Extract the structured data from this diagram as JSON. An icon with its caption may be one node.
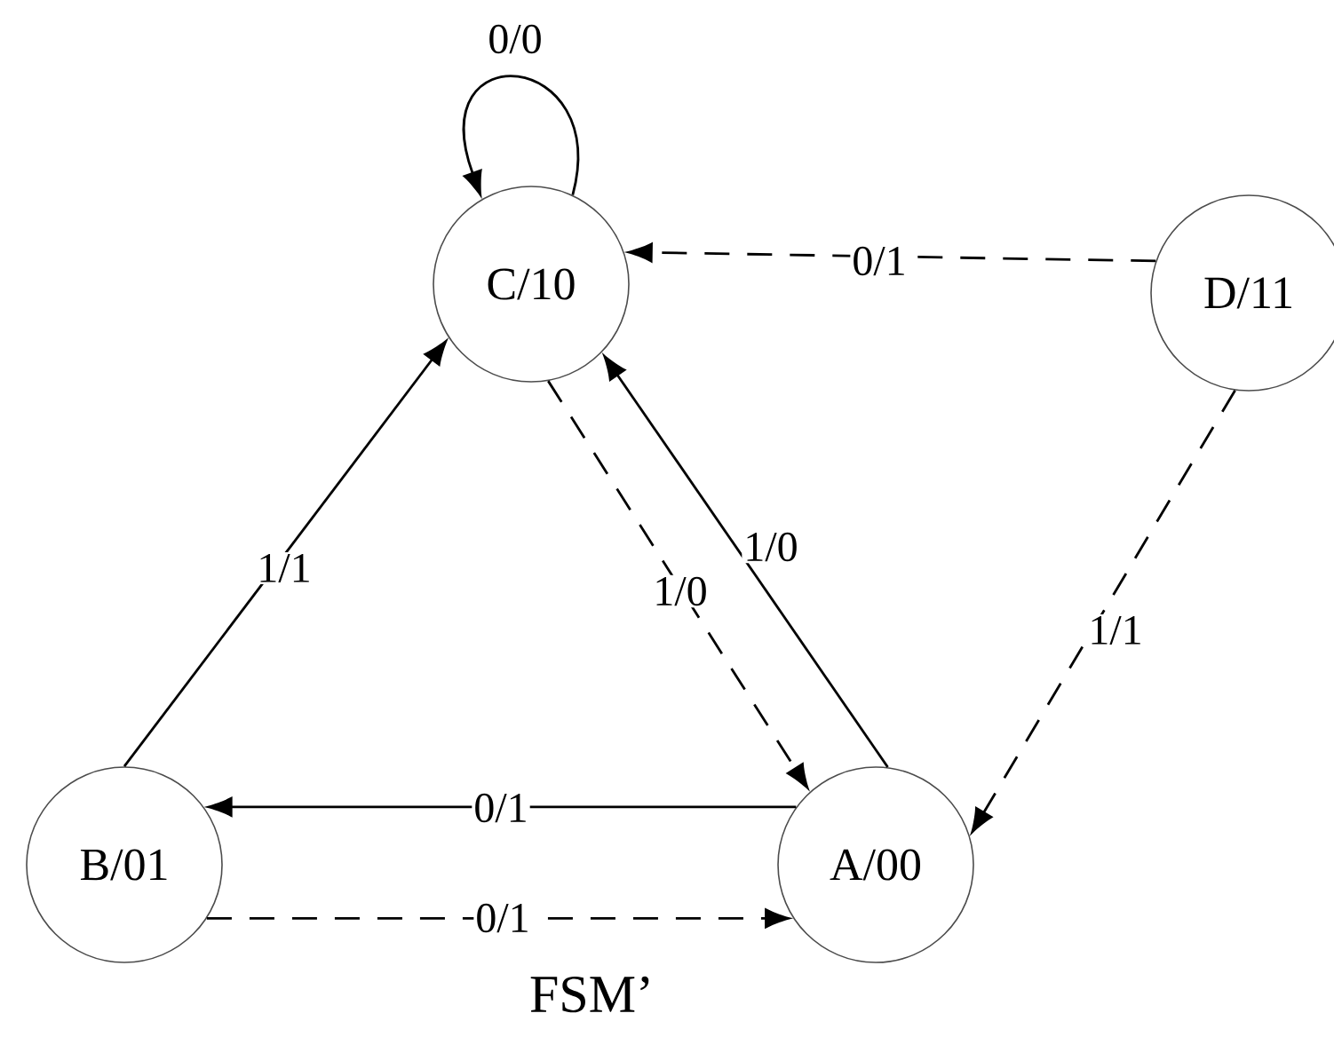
{
  "diagram": {
    "caption": "FSM’",
    "nodes": [
      {
        "text": [
          "C/10"
        ]
      },
      {
        "text": [
          "D/11"
        ]
      },
      {
        "text": [
          "B/01"
        ]
      },
      {
        "text": [
          "A/00"
        ]
      }
    ],
    "edges": [
      {
        "from": 0,
        "to": 0,
        "arrow": "to",
        "label": "0/0"
      },
      {
        "from": 1,
        "to": 0,
        "arrow": "to",
        "label": "0/1",
        "style": "dashed"
      },
      {
        "from": 2,
        "to": 0,
        "arrow": "to",
        "label": "1/1"
      },
      {
        "from": 0,
        "to": 3,
        "arrow": "to",
        "label": "1/0",
        "style": "dashed"
      },
      {
        "from": 3,
        "to": 0,
        "arrow": "to",
        "label": "1/0"
      },
      {
        "from": 1,
        "to": 3,
        "arrow": "to",
        "label": "1/1",
        "style": "dashed"
      },
      {
        "from": 3,
        "to": 2,
        "arrow": "to",
        "label": "0/1"
      },
      {
        "from": 2,
        "to": 3,
        "arrow": "to",
        "label": "0/1",
        "style": "dashed"
      }
    ]
  }
}
